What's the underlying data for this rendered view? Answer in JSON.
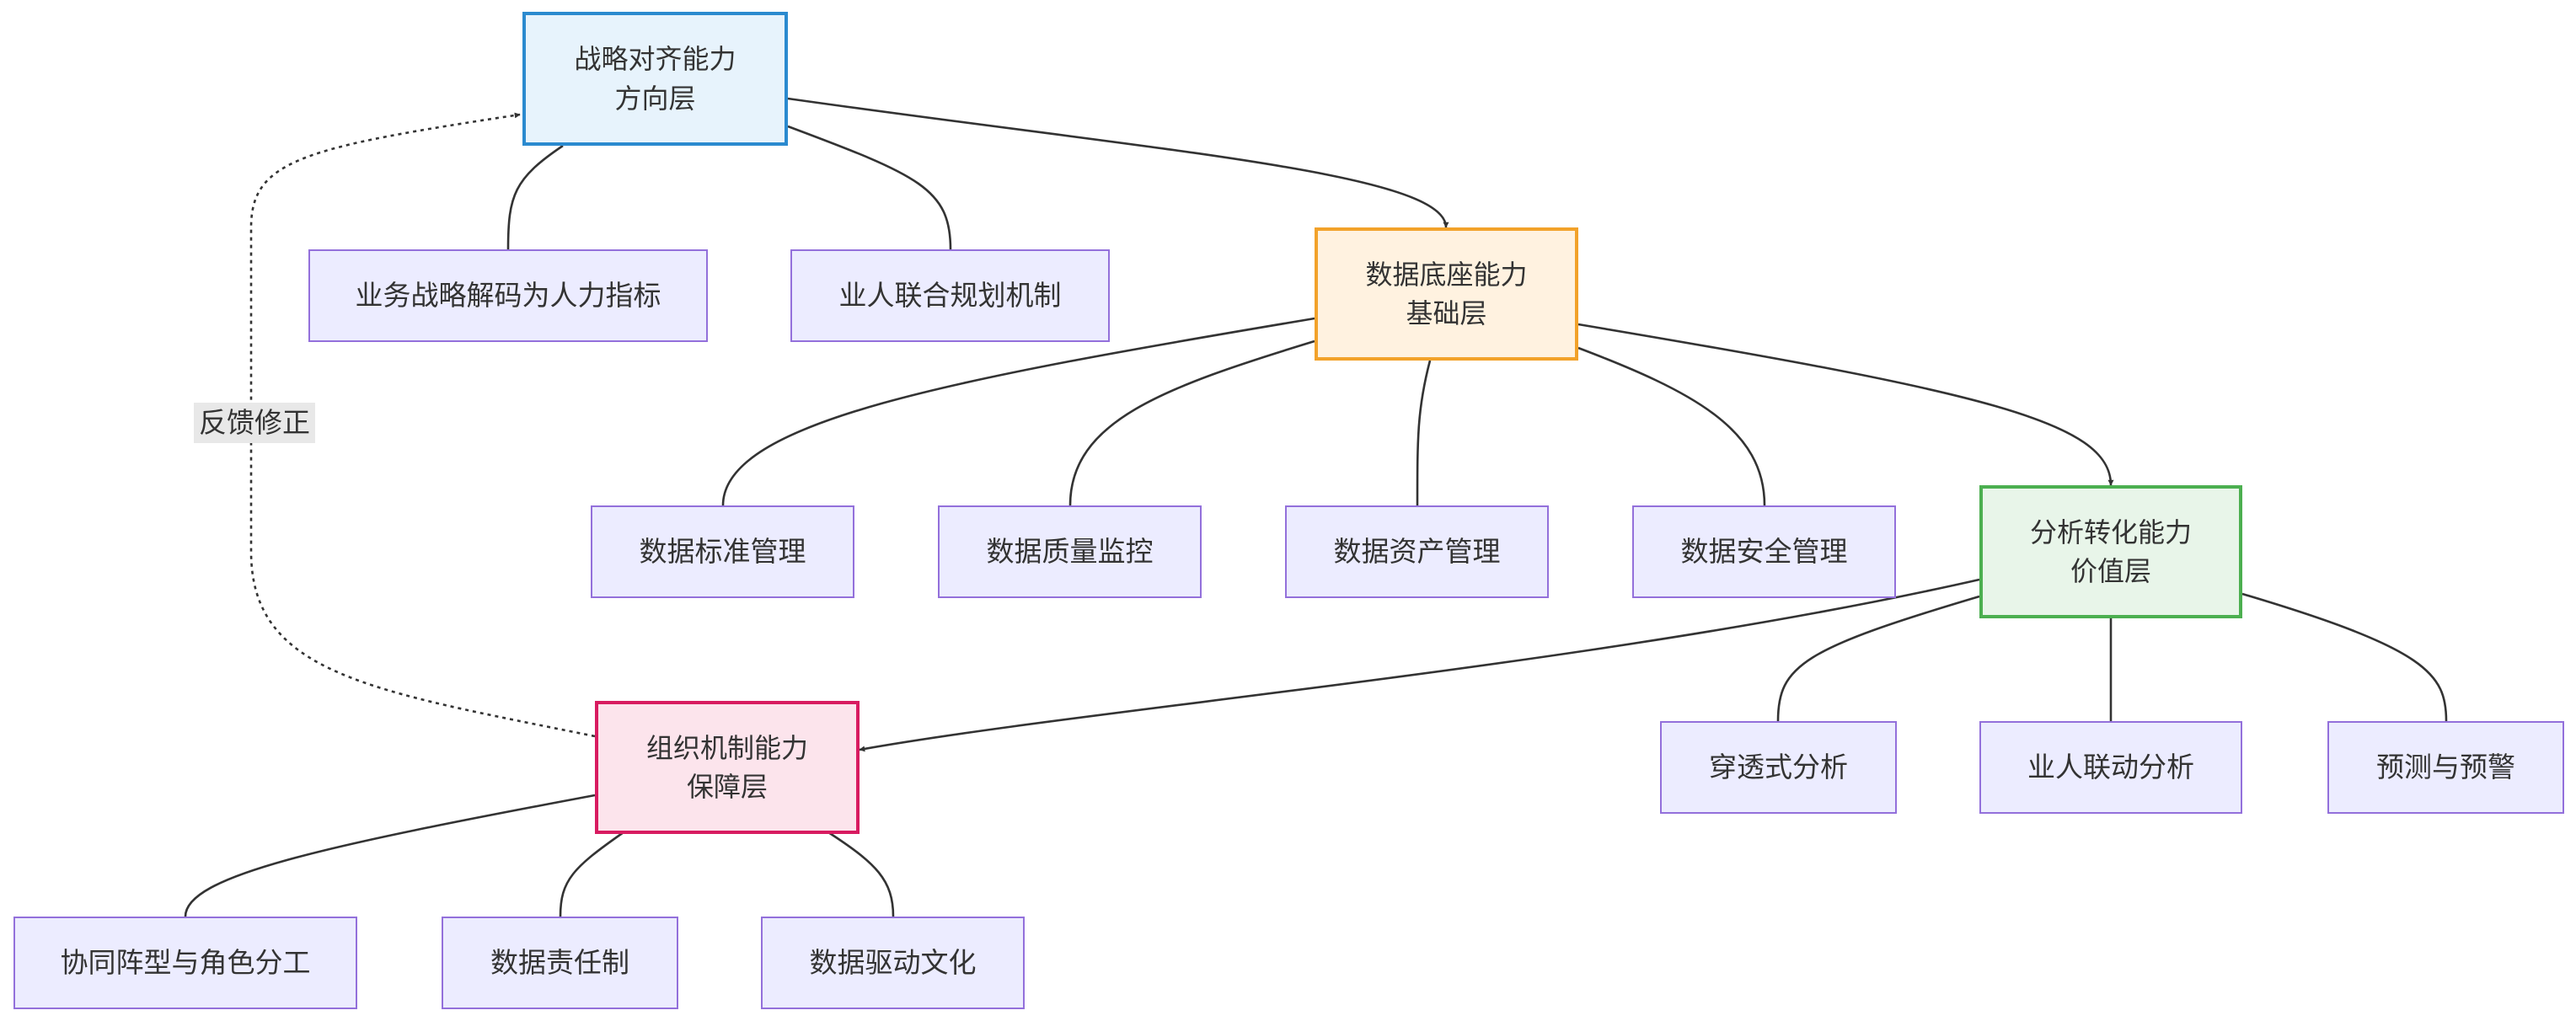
{
  "diagram": {
    "colors": {
      "leaf_fill": "#ECECFF",
      "leaf_border": "#9370DB",
      "edge": "#333333",
      "text": "#333333",
      "edge_label_bg": "#e8e8e8"
    },
    "layers": {
      "strategy": {
        "line1": "战略对齐能力",
        "line2": "方向层",
        "fill": "#E7F3FC",
        "border": "#2B8ACF"
      },
      "data": {
        "line1": "数据底座能力",
        "line2": "基础层",
        "fill": "#FFF2E0",
        "border": "#F2A22A"
      },
      "analysis": {
        "line1": "分析转化能力",
        "line2": "价值层",
        "fill": "#E8F5E9",
        "border": "#4CAF50"
      },
      "org": {
        "line1": "组织机制能力",
        "line2": "保障层",
        "fill": "#FCE4EC",
        "border": "#D81B60"
      }
    },
    "leaves": {
      "s1": "业务战略解码为人力指标",
      "s2": "业人联合规划机制",
      "d1": "数据标准管理",
      "d2": "数据质量监控",
      "d3": "数据资产管理",
      "d4": "数据安全管理",
      "a1": "穿透式分析",
      "a2": "业人联动分析",
      "a3": "预测与预警",
      "o1": "协同阵型与角色分工",
      "o2": "数据责任制",
      "o3": "数据驱动文化"
    },
    "feedback_label": "反馈修正"
  }
}
